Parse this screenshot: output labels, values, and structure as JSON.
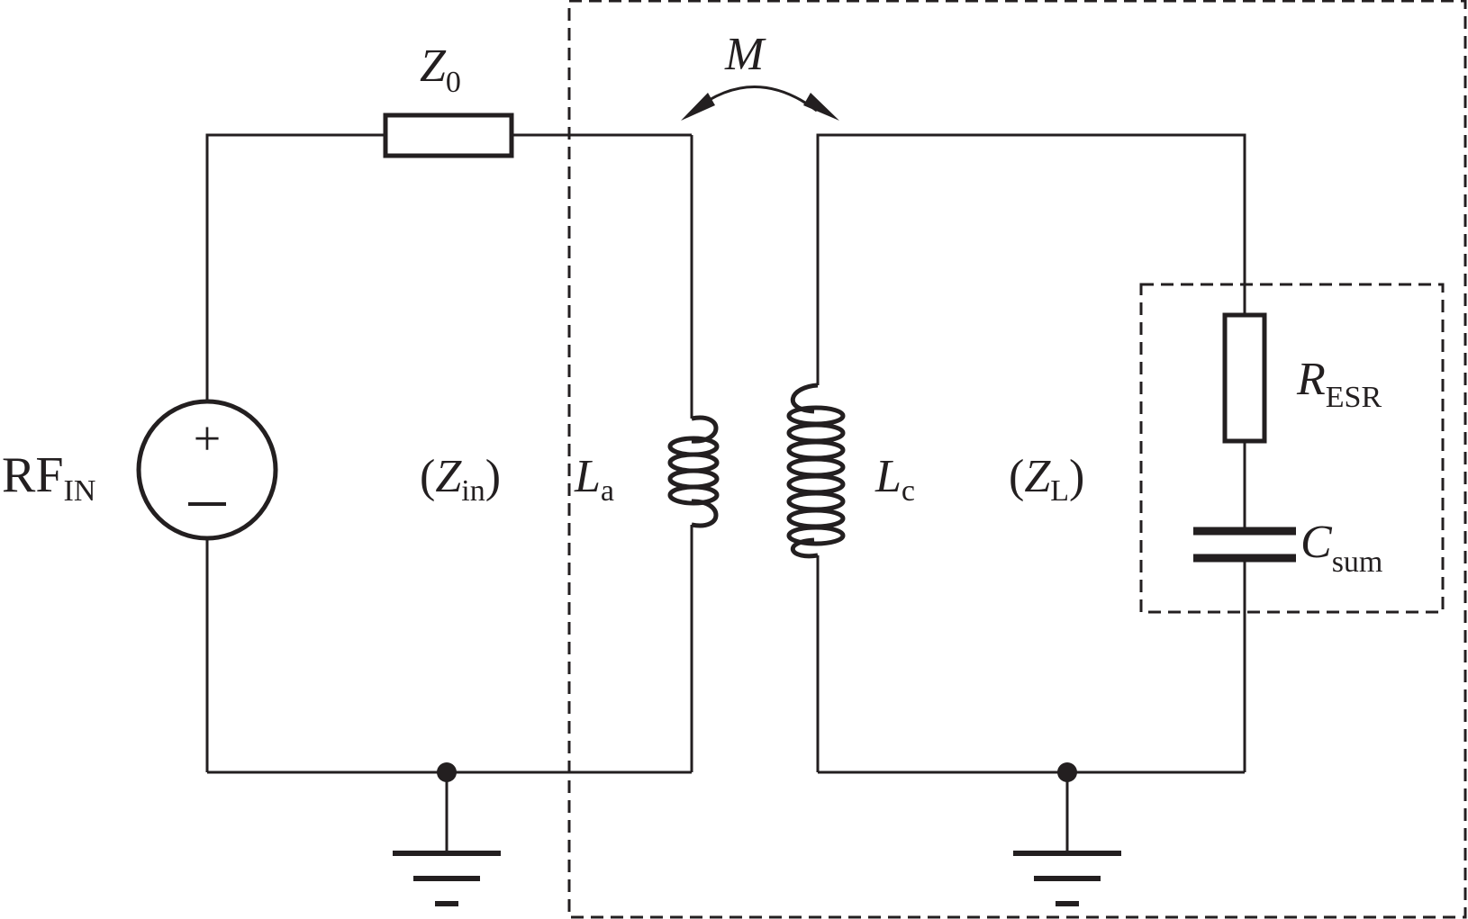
{
  "colors": {
    "line": "#231f20",
    "background": "#ffffff"
  },
  "labels": {
    "z0": {
      "main": "Z",
      "sub": "0"
    },
    "mutual": {
      "main": "M"
    },
    "source": {
      "main": "RF",
      "sub": "IN"
    },
    "source_plus": "+",
    "zin": {
      "open": "(",
      "main": "Z",
      "sub": "in",
      "close": ")"
    },
    "la": {
      "main": "L",
      "sub": "a"
    },
    "lc": {
      "main": "L",
      "sub": "c"
    },
    "zl": {
      "open": "(",
      "main": "Z",
      "sub": "L",
      "close": ")"
    },
    "resr": {
      "main": "R",
      "sub": "ESR"
    },
    "csum": {
      "main": "C",
      "sub": "sum"
    }
  }
}
